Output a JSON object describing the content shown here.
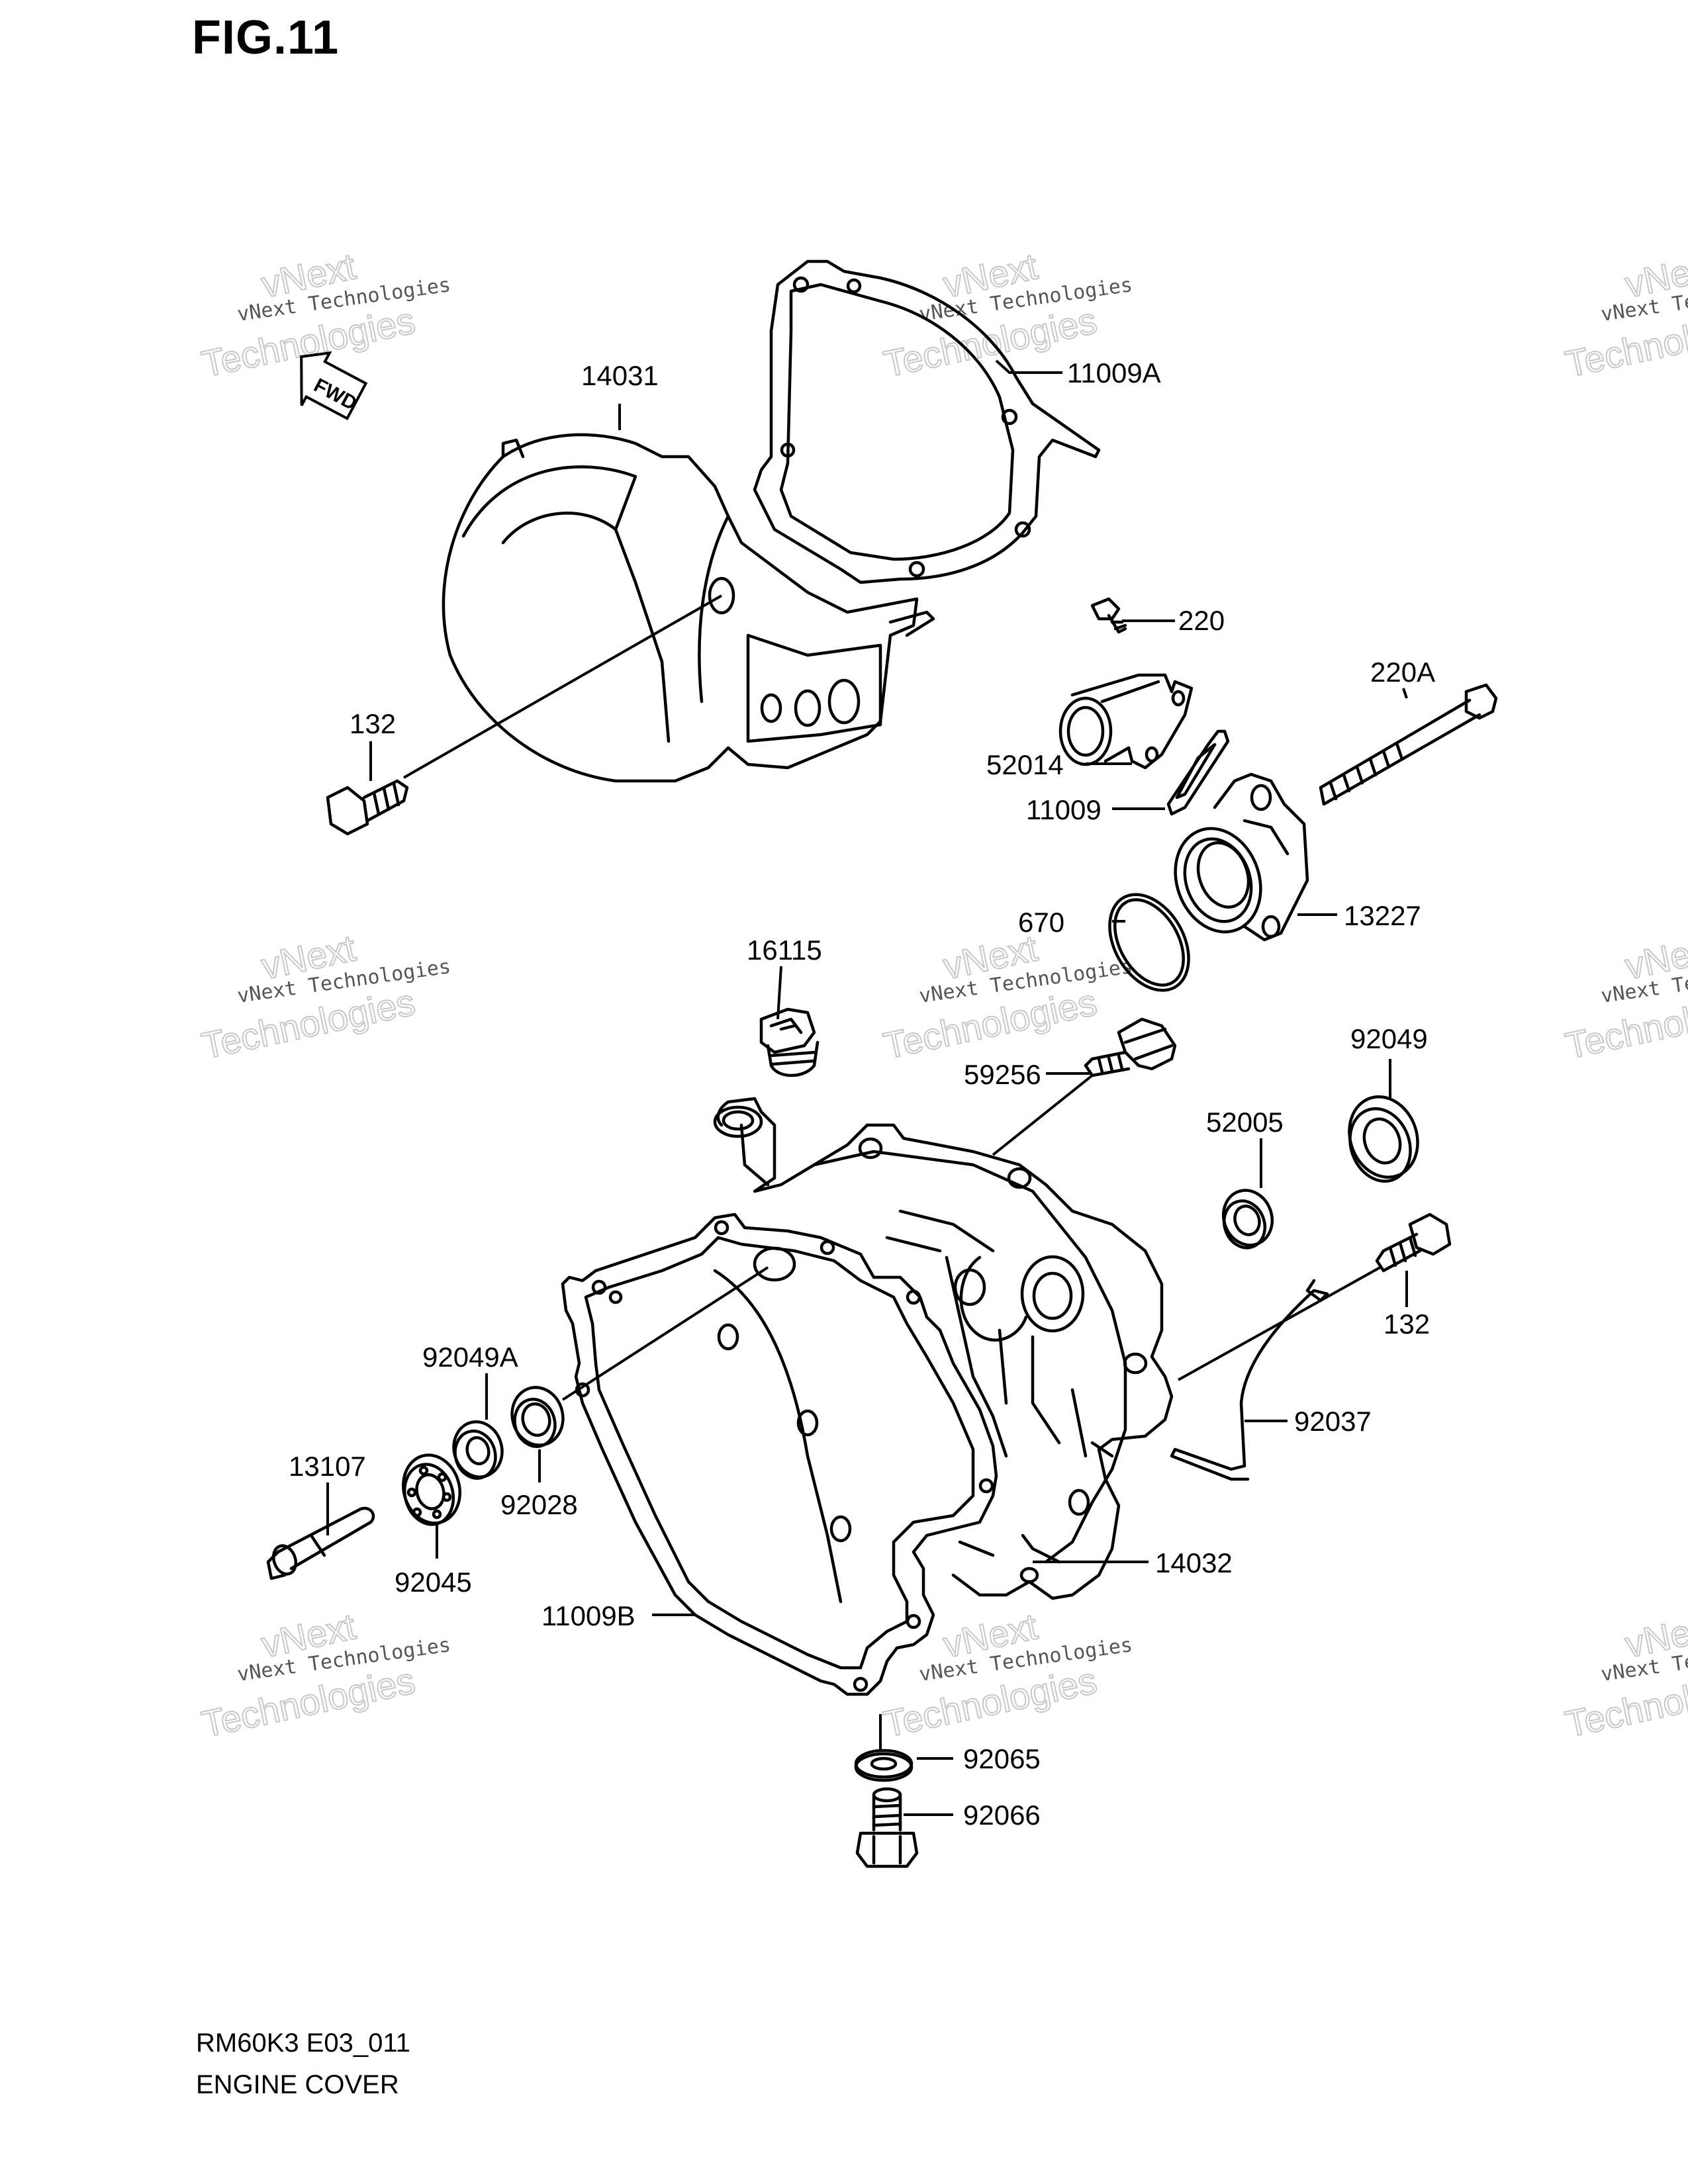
{
  "figure": {
    "title": "FIG.11"
  },
  "fwd_label": "FWD",
  "watermark": {
    "line1": "vNext Technologies",
    "line2": "vNext",
    "line3": "Technologies"
  },
  "footer": {
    "model": "RM60K3 E03_011",
    "name": "ENGINE COVER"
  },
  "part_labels": {
    "p14031": "14031",
    "p11009A": "11009A",
    "p132a": "132",
    "p220": "220",
    "p220A": "220A",
    "p52014": "52014",
    "p11009": "11009",
    "p670": "670",
    "p13227": "13227",
    "p16115": "16115",
    "p59256": "59256",
    "p92049": "92049",
    "p52005": "52005",
    "p132b": "132",
    "p92049A": "92049A",
    "p92037": "92037",
    "p13107": "13107",
    "p92028": "92028",
    "p92045": "92045",
    "p14032": "14032",
    "p11009B": "11009B",
    "p92065": "92065",
    "p92066": "92066"
  }
}
